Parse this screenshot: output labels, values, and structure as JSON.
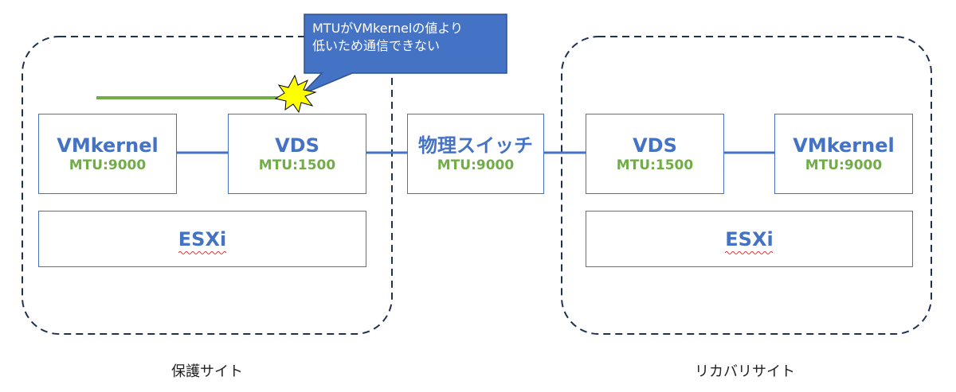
{
  "protected_site": {
    "label": "保護サイト",
    "vmkernel": {
      "title": "VMkernel",
      "mtu": "MTU:9000"
    },
    "vds": {
      "title": "VDS",
      "mtu": "MTU:1500"
    },
    "esxi": "ESXi"
  },
  "physical_switch": {
    "title": "物理スイッチ",
    "mtu": "MTU:9000"
  },
  "recovery_site": {
    "label": "リカバリサイト",
    "vds": {
      "title": "VDS",
      "mtu": "MTU:1500"
    },
    "vmkernel": {
      "title": "VMkernel",
      "mtu": "MTU:9000"
    },
    "esxi": "ESXi"
  },
  "callout": {
    "line1": "MTUがVMkernelの値より",
    "line2": "低いため通信できない"
  },
  "colors": {
    "box_border": "#4472c4",
    "title_text": "#4472c4",
    "mtu_text": "#70ad47",
    "link_line": "#4472c4",
    "traffic_line": "#70ad47",
    "site_border": "#1f3050",
    "callout_fill": "#4472c4",
    "burst_fill": "#ffff00"
  }
}
